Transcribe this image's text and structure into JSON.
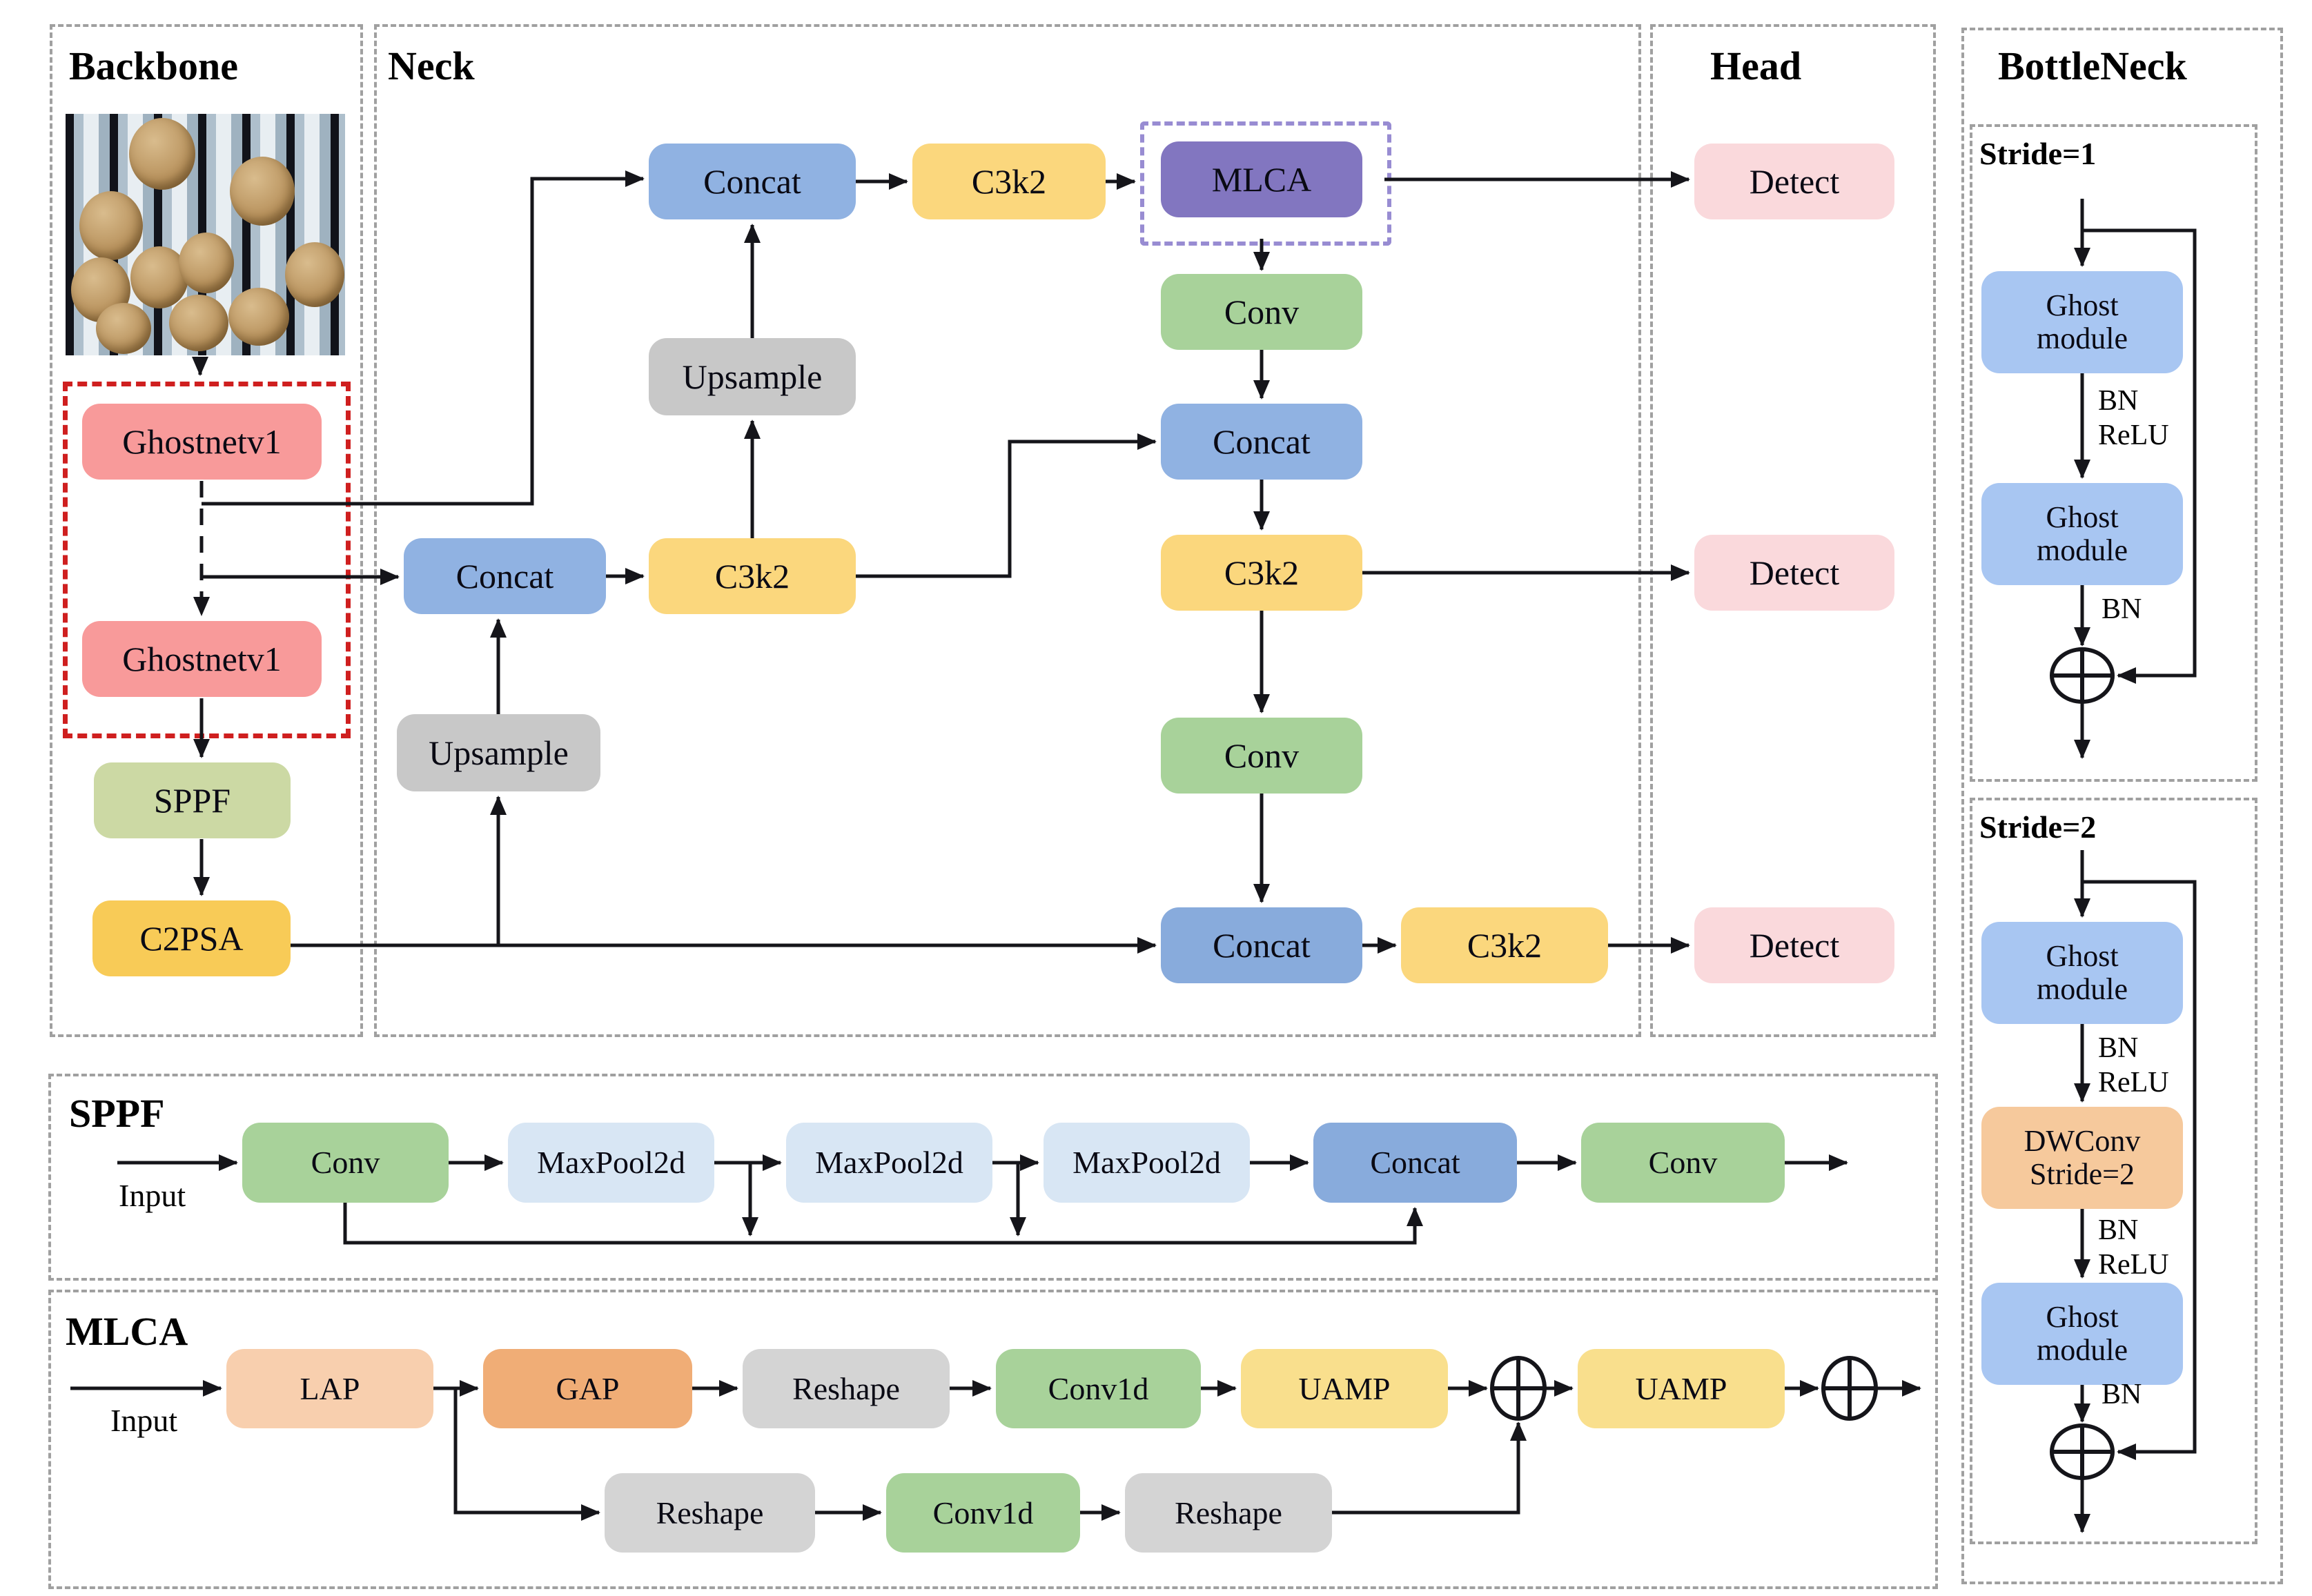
{
  "figure": {
    "type": "yolo-ghostnet-architecture-diagram"
  },
  "panels": {
    "backbone": {
      "title": "Backbone"
    },
    "neck": {
      "title": "Neck"
    },
    "head": {
      "title": "Head"
    },
    "bottleneck": {
      "title": "BottleNeck",
      "stride1_label": "Stride=1",
      "stride2_label": "Stride=2"
    },
    "sppf": {
      "title": "SPPF",
      "input_label": "Input"
    },
    "mlca": {
      "title": "MLCA",
      "input_label": "Input"
    }
  },
  "nodes": {
    "ghostnet": "Ghostnetv1",
    "sppf_block": "SPPF",
    "c2psa": "C2PSA",
    "concat": "Concat",
    "c3k2": "C3k2",
    "mlca": "MLCA",
    "conv": "Conv",
    "upsample": "Upsample",
    "detect": "Detect",
    "ghost_line1": "Ghost",
    "ghost_line2": "module",
    "dwconv_line1": "DWConv",
    "dwconv_line2": "Stride=2",
    "bn": "BN",
    "relu": "ReLU",
    "maxpool": "MaxPool2d",
    "lap": "LAP",
    "gap": "GAP",
    "reshape": "Reshape",
    "conv1d": "Conv1d",
    "uamp": "UAMP"
  },
  "colors": {
    "ghostnet": "#f89a9a",
    "sppf_block": "#ccd9a4",
    "c2psa": "#f8cb57",
    "concat": "#90b2e2",
    "c3k2": "#fbd77d",
    "mlca": "#8276c0",
    "mlca_border": "#988cd2",
    "conv": "#a8d29a",
    "upsample": "#c8c8c8",
    "detect": "#fad9dc",
    "ghost_module": "#a8c6f2",
    "dwconv": "#f6c99c",
    "maxpool": "#d8e6f4",
    "lap": "#f8cfae",
    "gap": "#f0ad76",
    "reshape": "#d4d4d4",
    "uamp": "#f9df8d",
    "backbone_highlight_border": "#cf1f1f",
    "panel_border": "#a0a0a0"
  }
}
